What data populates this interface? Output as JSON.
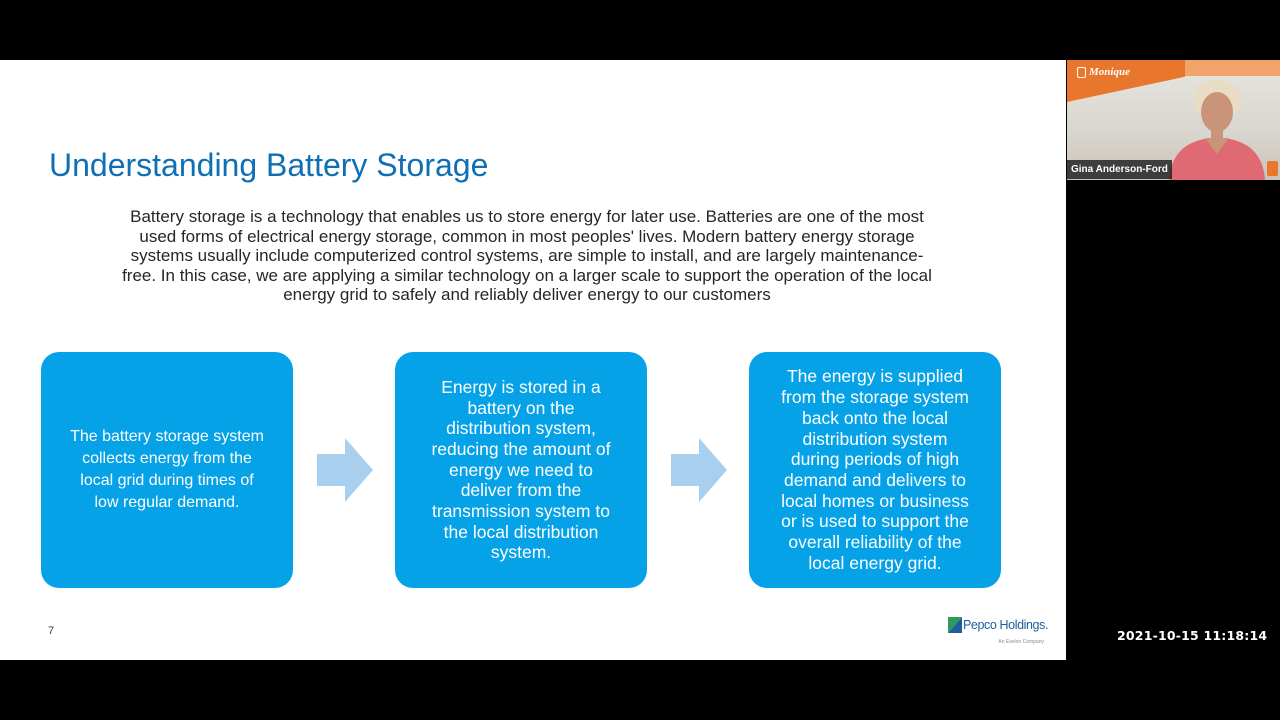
{
  "colors": {
    "title": "#0f6fb5",
    "box_fill": "#05a2e8",
    "arrow_fill": "#a9cfee",
    "banner_orange": "#e8762c",
    "logo_blue": "#1f5e9e",
    "logo_green": "#2f9a5a"
  },
  "slide": {
    "title": "Understanding Battery Storage",
    "body_lines": [
      "Battery storage is a technology that enables us to store energy for later use. Batteries  are one of the most",
      "used forms of electrical energy storage, common in most peoples'  lives. Modern battery energy storage",
      "systems usually include computerized control  systems, are simple to install, and are largely maintenance-",
      "free. In this case, we are  applying a similar technology on a larger scale to support the operation of the local",
      "energy grid to safely and reliably deliver energy to our customers"
    ],
    "boxes": [
      {
        "lines": [
          "The battery storage  system",
          "collects energy  from the",
          "local grid  during times of",
          "low  regular demand."
        ]
      },
      {
        "lines": [
          "Energy is stored in a",
          "battery on the",
          "distribution system,",
          "reducing the amount of",
          "energy we need to",
          "deliver from the",
          "transmission system to",
          "the local distribution",
          "system."
        ]
      },
      {
        "lines": [
          "The energy is supplied",
          "from the storage system",
          "back onto the local",
          "distribution system",
          "during periods of high",
          "demand and delivers to",
          "local homes or business",
          "or is used to support  the",
          "overall reliability of  the",
          "local energy grid."
        ]
      }
    ],
    "arrow_icon": "right-arrow-icon",
    "page_number": "7",
    "logo": {
      "name": "Pepco Holdings.",
      "tagline": "An Exelon Company",
      "icon": "pepco-logo-icon"
    }
  },
  "video_tile": {
    "participant_name": "Gina Anderson-Ford",
    "banner_name": "Monique",
    "icons": [
      "banner-seal-icon",
      "person-icon",
      "microphone-icon"
    ]
  },
  "timestamp": "2021-10-15 11:18:14"
}
